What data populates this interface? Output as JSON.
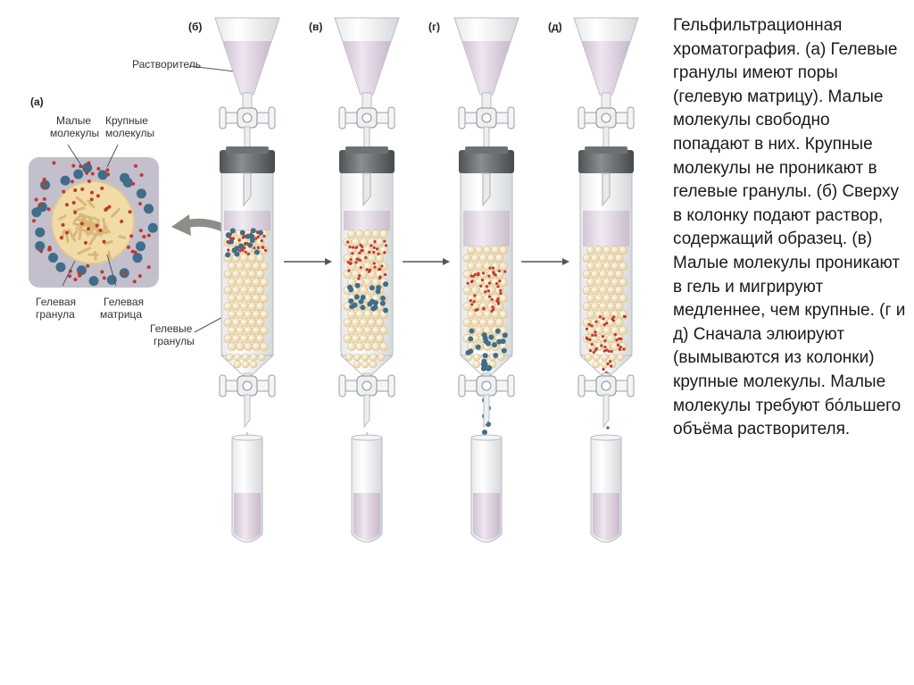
{
  "figure": {
    "panel_tags": {
      "a": "(а)",
      "b": "(б)",
      "v": "(в)",
      "g": "(г)",
      "d": "(д)"
    },
    "labels": {
      "solvent": "Растворитель",
      "small_molecules": [
        "Малые",
        "молекулы"
      ],
      "large_molecules": [
        "Крупные",
        "молекулы"
      ],
      "gel_granule": [
        "Гелевая",
        "гранула"
      ],
      "gel_matrix": [
        "Гелевая",
        "матрица"
      ],
      "gel_granules": [
        "Гелевые",
        "гранулы"
      ]
    },
    "colors": {
      "small_molecule": "#c0392b",
      "large_molecule": "#3f6d8a",
      "granule": "#f2dfb4",
      "solvent": "#d9ccdc",
      "steel": "#5f6365"
    }
  },
  "caption": {
    "text": "Гельфильтрационная хроматография. (а) Гелевые гранулы имеют поры (гелевую матрицу). Малые молекулы свободно попадают в них. Крупные молекулы не проникают в гелевые гранулы. (б) Сверху в колонку подают раствор, содержащий образец. (в) Малые молекулы проникают в гель и мигрируют медленнее, чем крупные. (г и д) Сначала элюируют (вымываются из колонки) крупные молекулы. Малые молекулы требуют бо́льшего объёма растворителя."
  }
}
